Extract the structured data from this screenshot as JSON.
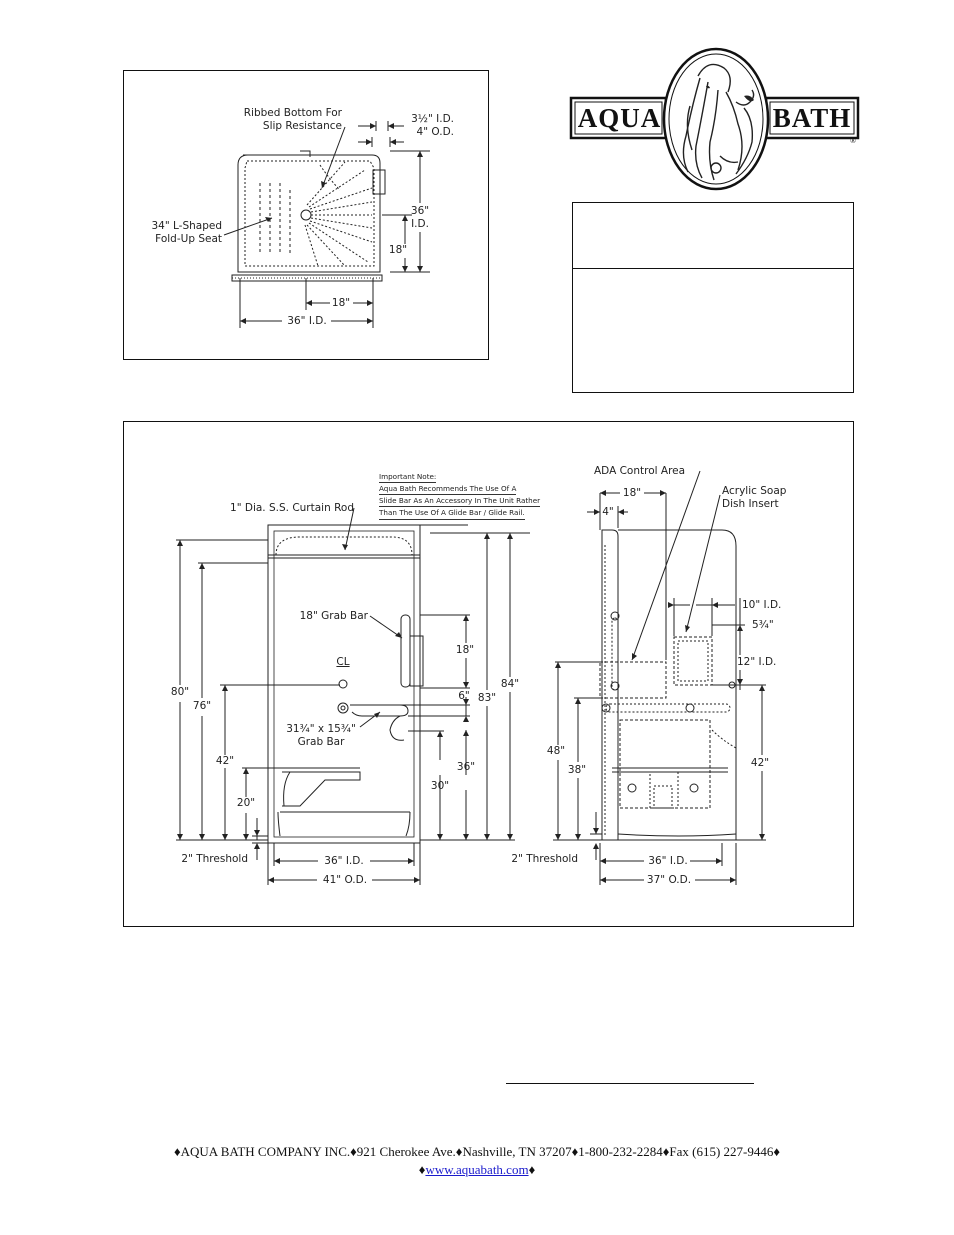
{
  "plan": {
    "ribbed_label_1": "Ribbed Bottom For",
    "ribbed_label_2": "Slip Resistance",
    "pipe_id": "3½\" I.D.",
    "pipe_od": "4\" O.D.",
    "seat_label_1": "34\" L-Shaped",
    "seat_label_2": "Fold-Up Seat",
    "depth_1": "36\"",
    "depth_2": "I.D.",
    "dim_18_vertical": "18\"",
    "dim_18_horizontal": "18\"",
    "width_id": "36\" I.D."
  },
  "logo": {
    "left_text": "AQUA",
    "right_text": "BATH",
    "registered": "®"
  },
  "front": {
    "note_title": "Important Note:",
    "note_lines": [
      "Aqua Bath Recommends The Use Of A",
      "Slide Bar As An Accessory In The Unit Rather",
      "Than The Use Of A Glide Bar / Glide Rail."
    ],
    "curtain_rod": "1\" Dia. S.S. Curtain Rod",
    "grab18": "18\" Grab Bar",
    "dim_18": "18\"",
    "cl": "CL",
    "dim_6": "6\"",
    "grab_l1": "31¾\" x 15¾\"",
    "grab_l2": "Grab Bar",
    "dim_80": "80\"",
    "dim_76": "76\"",
    "dim_84": "84\"",
    "dim_83": "83\"",
    "dim_42": "42\"",
    "dim_36v": "36\"",
    "dim_30": "30\"",
    "dim_20": "20\"",
    "threshold": "2\" Threshold",
    "width_id": "36\" I.D.",
    "width_od": "41\" O.D."
  },
  "side": {
    "ada": "ADA Control Area",
    "dim_18": "18\"",
    "dim_4": "4\"",
    "soap_1": "Acrylic Soap",
    "soap_2": "Dish Insert",
    "dim_10": "10\" I.D.",
    "dim_5": "5¾\"",
    "dim_12": "12\" I.D.",
    "dim_48": "48\"",
    "dim_38": "38\"",
    "dim_42": "42\"",
    "threshold": "2\" Threshold",
    "width_id": "36\" I.D.",
    "width_od": "37\" O.D."
  },
  "footer": {
    "line1": "♦AQUA BATH COMPANY INC.♦921 Cherokee Ave.♦Nashville, TN 37207♦1-800-232-2284♦Fax (615) 227-9446♦",
    "diamond": "♦",
    "link": "www.aquabath.com"
  }
}
